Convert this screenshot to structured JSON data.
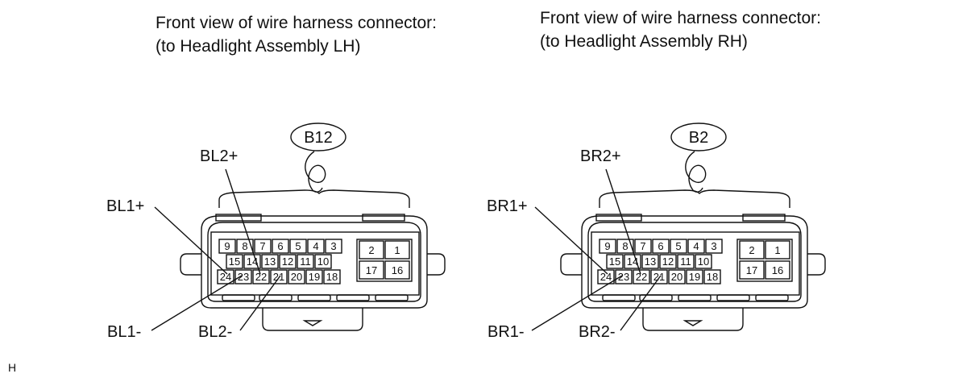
{
  "diagrams": [
    {
      "title_line1": "Front view of wire harness connector:",
      "title_line2": "(to Headlight Assembly LH)",
      "connector_id": "B12",
      "labels": {
        "top_left": "BL1+",
        "top_right": "BL2+",
        "bottom_left": "BL1-",
        "bottom_right": "BL2-"
      }
    },
    {
      "title_line1": "Front view of wire harness connector:",
      "title_line2": "(to Headlight Assembly RH)",
      "connector_id": "B2",
      "labels": {
        "top_left": "BR1+",
        "top_right": "BR2+",
        "bottom_left": "BR1-",
        "bottom_right": "BR2-"
      }
    }
  ],
  "pins": {
    "row1": [
      "9",
      "8",
      "7",
      "6",
      "5",
      "4",
      "3"
    ],
    "row2": [
      "15",
      "14",
      "13",
      "12",
      "11",
      "10"
    ],
    "row3": [
      "24",
      "23",
      "22",
      "21",
      "20",
      "19",
      "18"
    ],
    "block_top": [
      "2",
      "1"
    ],
    "block_bottom": [
      "17",
      "16"
    ]
  },
  "corner_mark": "H"
}
